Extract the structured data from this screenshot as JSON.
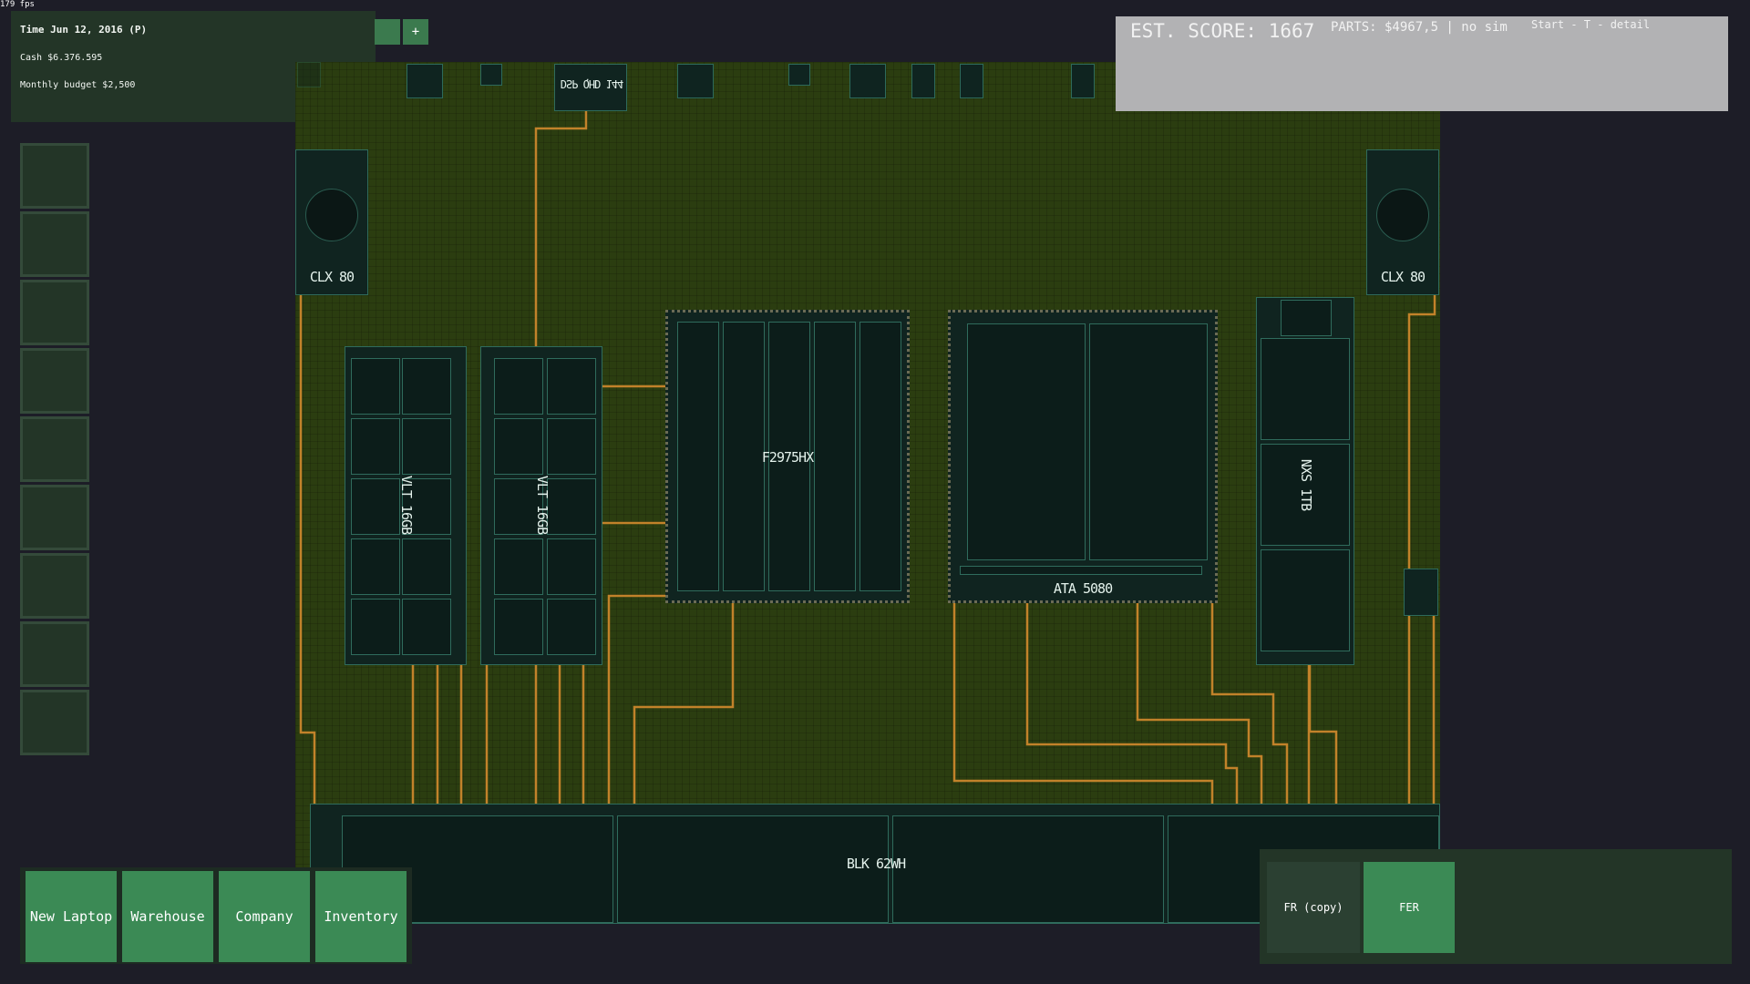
{
  "fps": "179 fps",
  "info": {
    "date": "Time Jun 12, 2016 (P)",
    "cash": "Cash $6.376.595",
    "budget": "Monthly budget $2,500"
  },
  "topButtons": {
    "plus": "+"
  },
  "score": {
    "est": "EST. SCORE: 1667",
    "parts": "PARTS: $4967,5 | no sim",
    "hint": "Start - T - detail"
  },
  "parts": {
    "fanLeft": "CLX 80",
    "fanRight": "CLX 80",
    "ram1": "VLT 16GB",
    "ram2": "VLT 16GB",
    "cpu": "F2975HX",
    "gpu": "ATA 5080",
    "ssd": "NXS 1TB",
    "display": "DSP QHD 144",
    "battery": "BLK 62WH"
  },
  "nav": {
    "newLaptop": "New Laptop",
    "warehouse": "Warehouse",
    "company": "Company",
    "inventory": "Inventory"
  },
  "designs": {
    "copy": "FR (copy)",
    "active": "FER"
  },
  "colors": {
    "board": "#2b3d10",
    "trace": "#c2822a",
    "accent": "#3b8a55",
    "panel": "#233527"
  }
}
